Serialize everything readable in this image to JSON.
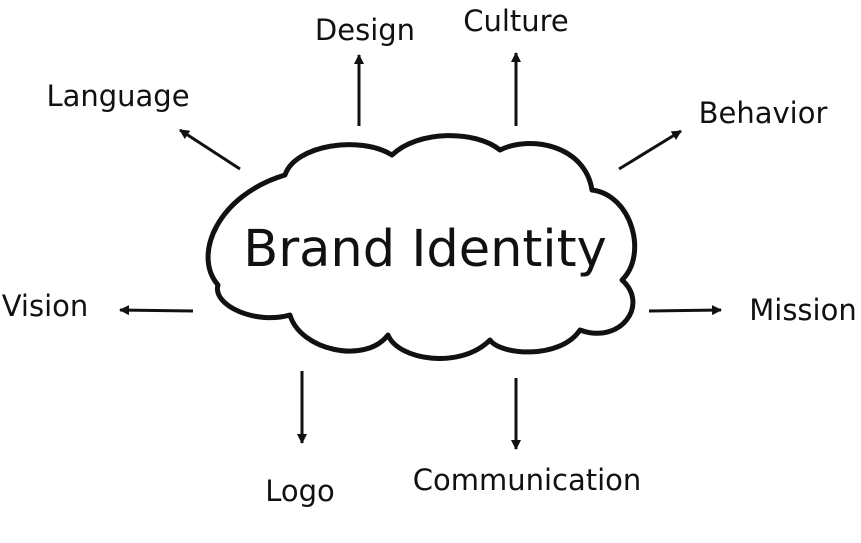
{
  "center": {
    "label": "Brand Identity"
  },
  "nodes": [
    {
      "id": "design",
      "label": "Design"
    },
    {
      "id": "culture",
      "label": "Culture"
    },
    {
      "id": "language",
      "label": "Language"
    },
    {
      "id": "behavior",
      "label": "Behavior"
    },
    {
      "id": "vision",
      "label": "Vision"
    },
    {
      "id": "mission",
      "label": "Mission"
    },
    {
      "id": "logo",
      "label": "Logo"
    },
    {
      "id": "communication",
      "label": "Communication"
    }
  ],
  "colors": {
    "stroke": "#111111",
    "background": "#ffffff"
  }
}
